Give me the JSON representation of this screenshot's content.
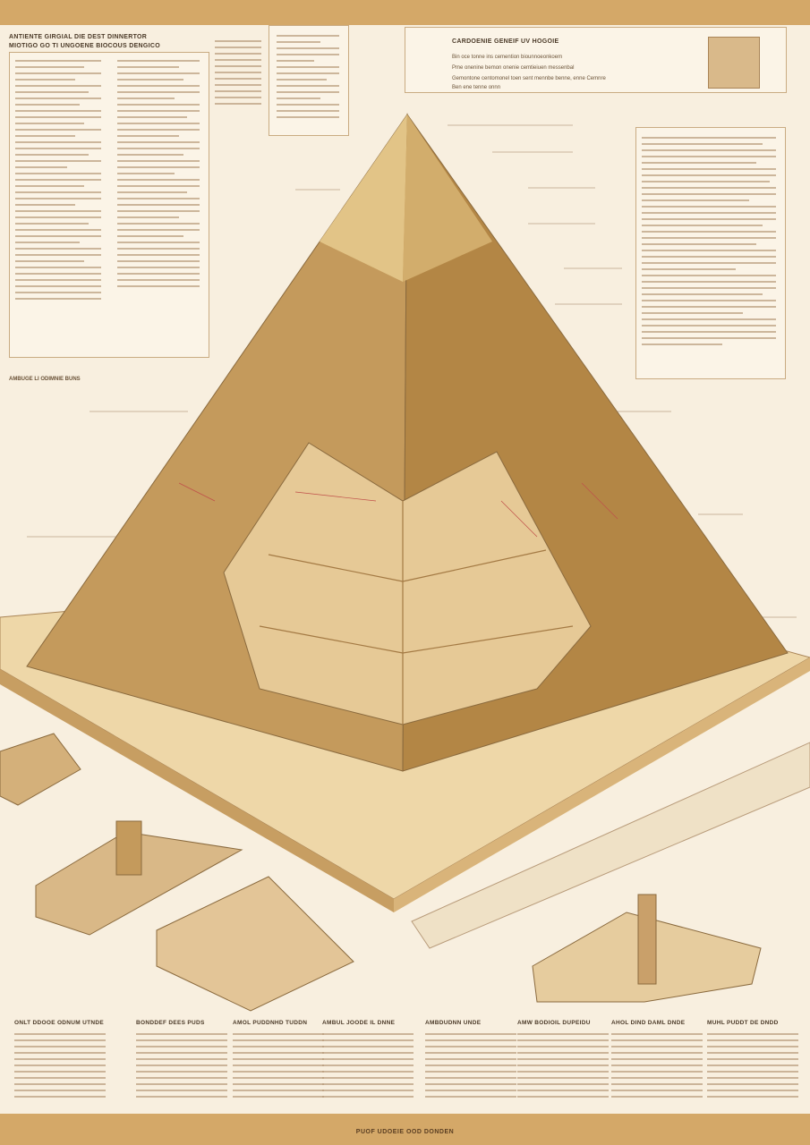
{
  "header": {
    "title_line1": "ANTIENTE GIRGIAL DIE DEST DINNERTOR",
    "title_line2": "MIOTIGO GO TI UNGOENE BIOCOUS DENGICO"
  },
  "top_panel": {
    "title": "CARDOENIE GENEIF UV HOGOIE",
    "lines": [
      "Bin oce tonne ins cemention biounnoeonkoem",
      "Pme onenine bemon onenie cemtieiuen messenbal",
      "Gemontone centomonel toen sent mennbe benne, enne Cemnre",
      "Ben ene tenne onnn"
    ]
  },
  "left_caption": "AMBUGE LI ODIMNIE BUNS",
  "bottom_columns": [
    {
      "title": "ONLT DDOOE ODNUM UTNDE"
    },
    {
      "title": "BONDDEF DEES PUDS"
    },
    {
      "title": "AMOL PUDDNHD TUDDN"
    },
    {
      "title": "AMBUL JOODE IL DNNE"
    },
    {
      "title": "AMBDUDNN UNDE"
    },
    {
      "title": "AMW BODIOIL DUPEIDU"
    },
    {
      "title": "AHOL DIND DAML DNDE"
    },
    {
      "title": "MUHL PUDDT DE DNDD"
    }
  ],
  "footer": {
    "title": "PUOF UDOEIE OOD DONDEN"
  },
  "colors": {
    "band": "#d4a868",
    "paper": "#f8efdf",
    "stone_light": "#e2c487",
    "stone_dark": "#a77d44",
    "accent_red": "#c0504a"
  }
}
